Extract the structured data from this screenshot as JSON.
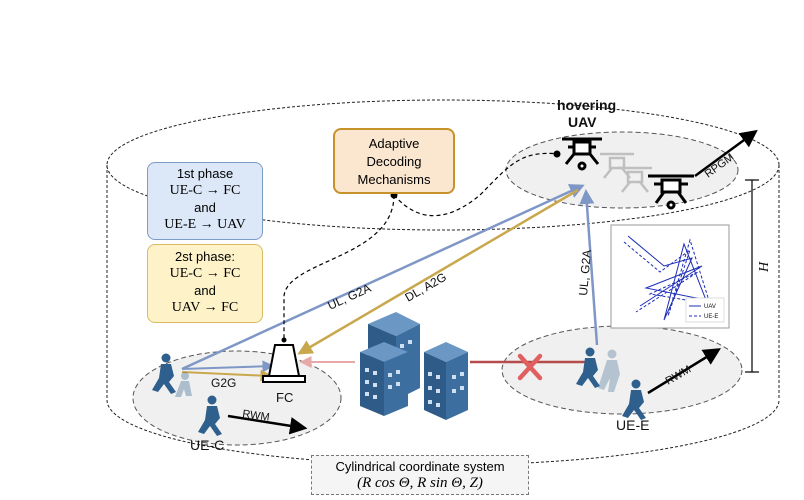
{
  "phase1": {
    "title": "1st phase",
    "line1": "UE-C → FC",
    "and": "and",
    "line2": "UE-E → UAV"
  },
  "phase2": {
    "title": "2st phase:",
    "line1": "UE-C → FC",
    "and": "and",
    "line2": "UAV → FC"
  },
  "adaptive": {
    "line1": "Adaptive",
    "line2": "Decoding",
    "line3": "Mechanisms"
  },
  "uav": {
    "line1": "hovering",
    "line2": "UAV"
  },
  "links": {
    "ul_g2a_left": "UL, G2A",
    "dl_a2g": "DL, A2G",
    "ul_g2a_right": "UL, G2A",
    "g2g": "G2G"
  },
  "mobility": {
    "rpgm": "RPGM",
    "rwm_left": "RWM",
    "rwm_right": "RWM"
  },
  "labels": {
    "fc": "FC",
    "ue_c": "UE-C",
    "ue_e": "UE-E",
    "height": "H"
  },
  "inset_legend": [
    "UAV",
    "UE-E"
  ],
  "coord": {
    "title": "Cylindrical coordinate system",
    "formula": "(R cos Θ, R sin Θ, Z)"
  },
  "colors": {
    "phase1_bg": "#dce8f8",
    "phase1_border": "#7b9cc8",
    "phase2_bg": "#fdf2c8",
    "phase2_border": "#d9bb62",
    "adaptive_bg": "#fbe6cf",
    "adaptive_border": "#c8922a",
    "link_blue": "#7f97c6",
    "link_gold": "#c9a84d",
    "people": "#2f5f8c",
    "building": "#3b6fa3",
    "blocked": "#e06060"
  }
}
